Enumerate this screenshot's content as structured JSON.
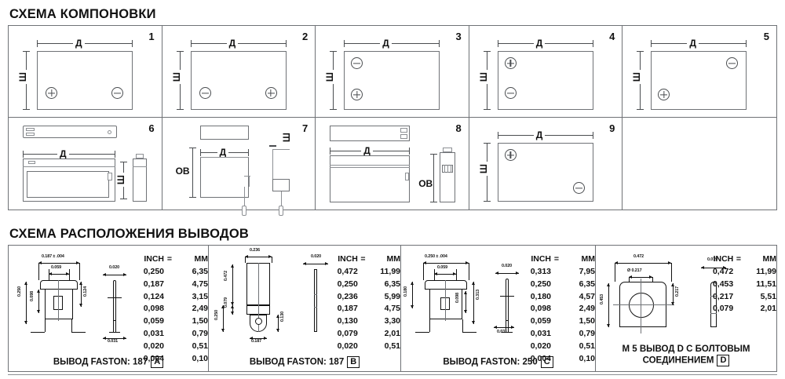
{
  "titles": {
    "layout": "СХЕМА КОМПОНОВКИ",
    "terminals": "СХЕМА РАСПОЛОЖЕНИЯ ВЫВОДОВ"
  },
  "labels": {
    "length": "Д",
    "width": "Ш",
    "overall_height": "ОВ"
  },
  "layout_cells": [
    {
      "num": "1",
      "type": "front",
      "terminals": [
        {
          "polarity": "plus",
          "pos": "bottom-left"
        },
        {
          "polarity": "minus",
          "pos": "bottom-right"
        }
      ]
    },
    {
      "num": "2",
      "type": "front",
      "terminals": [
        {
          "polarity": "minus",
          "pos": "bottom-left"
        },
        {
          "polarity": "plus",
          "pos": "bottom-right"
        }
      ]
    },
    {
      "num": "3",
      "type": "front",
      "terminals": [
        {
          "polarity": "minus",
          "pos": "top-left"
        },
        {
          "polarity": "plus",
          "pos": "bottom-left"
        }
      ]
    },
    {
      "num": "4",
      "type": "front",
      "terminals": [
        {
          "polarity": "plus",
          "pos": "top-left"
        },
        {
          "polarity": "minus",
          "pos": "mid-left"
        }
      ]
    },
    {
      "num": "5",
      "type": "front",
      "terminals": [
        {
          "polarity": "minus",
          "pos": "top-right"
        },
        {
          "polarity": "plus",
          "pos": "bottom-left"
        }
      ]
    },
    {
      "num": "6",
      "type": "pictorial"
    },
    {
      "num": "7",
      "type": "pictorial"
    },
    {
      "num": "8",
      "type": "pictorial"
    },
    {
      "num": "9",
      "type": "front",
      "terminals": [
        {
          "polarity": "plus",
          "pos": "top-left"
        },
        {
          "polarity": "minus",
          "pos": "bottom-right"
        }
      ]
    }
  ],
  "terminal_panels": [
    {
      "id": "A",
      "caption": "ВЫВОД FASTON: 187",
      "table": {
        "headers": [
          "INCH",
          "=",
          "MM"
        ],
        "rows": [
          [
            "0,250",
            "6,35"
          ],
          [
            "0,187",
            "4,75"
          ],
          [
            "0,124",
            "3,15"
          ],
          [
            "0,098",
            "2,49"
          ],
          [
            "0,059",
            "1,50"
          ],
          [
            "0,031",
            "0,79"
          ],
          [
            "0,020",
            "0,51"
          ],
          [
            "0,004",
            "0,10"
          ]
        ]
      },
      "drawing_dims": [
        "0.187 ± .004",
        "0.059",
        "0.250",
        "0.098",
        "0.124",
        "0.020",
        "0.031"
      ]
    },
    {
      "id": "B",
      "caption": "ВЫВОД FASTON: 187",
      "table": {
        "headers": [
          "INCH",
          "=",
          "MM"
        ],
        "rows": [
          [
            "0,472",
            "11,99"
          ],
          [
            "0,250",
            "6,35"
          ],
          [
            "0,236",
            "5,99"
          ],
          [
            "0,187",
            "4,75"
          ],
          [
            "0,130",
            "3,30"
          ],
          [
            "0,079",
            "2,01"
          ],
          [
            "0,020",
            "0,51"
          ]
        ]
      },
      "drawing_dims": [
        "0.236",
        "0.472",
        "0.079",
        "0.250",
        "0.130",
        "0.187",
        "0.020"
      ]
    },
    {
      "id": "C",
      "caption": "ВЫВОД FASTON: 250",
      "table": {
        "headers": [
          "INCH",
          "=",
          "MM"
        ],
        "rows": [
          [
            "0,313",
            "7,95"
          ],
          [
            "0,250",
            "6,35"
          ],
          [
            "0,180",
            "4,57"
          ],
          [
            "0,098",
            "2,49"
          ],
          [
            "0,059",
            "1,50"
          ],
          [
            "0,031",
            "0,79"
          ],
          [
            "0,020",
            "0,51"
          ],
          [
            "0,004",
            "0,10"
          ]
        ]
      },
      "drawing_dims": [
        "0.250 ± .004",
        "0.059",
        "0.180",
        "0.098",
        "0.313",
        "0.020",
        "0.031"
      ]
    },
    {
      "id": "D",
      "caption": "М 5 ВЫВОД D С БОЛТОВЫМ СОЕДИНЕНИЕМ",
      "caption_line1": "М 5 ВЫВОД D С БОЛТОВЫМ",
      "caption_line2": "СОЕДИНЕНИЕМ",
      "table": {
        "headers": [
          "INCH",
          "=",
          "MM"
        ],
        "rows": [
          [
            "0,472",
            "11,99"
          ],
          [
            "0,453",
            "11,51"
          ],
          [
            "0,217",
            "5,51"
          ],
          [
            "0,079",
            "2,01"
          ]
        ]
      },
      "drawing_dims": [
        "0.472",
        "Ø 0.217",
        "0.453",
        "0.217",
        "0.079"
      ]
    }
  ],
  "colors": {
    "line": "#6f7276",
    "ink": "#111111",
    "background": "#ffffff"
  }
}
